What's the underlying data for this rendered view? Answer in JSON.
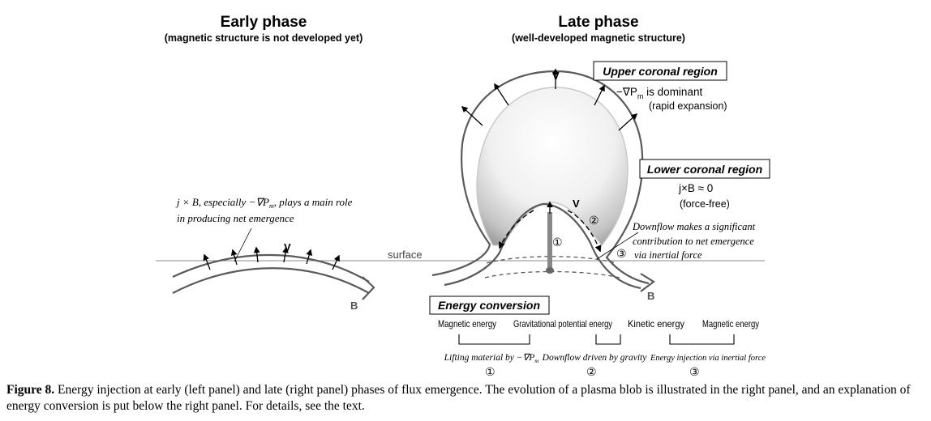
{
  "early": {
    "title": "Early phase",
    "subtitle": "(magnetic structure is not developed yet)",
    "annotation_line1": "j × B, especially −∇P",
    "annotation_sub": "m",
    "annotation_line1_tail": ", plays a main role",
    "annotation_line2": "in producing net emergence",
    "v_label": "V",
    "b_label": "B"
  },
  "surface_label": "surface",
  "late": {
    "title": "Late phase",
    "subtitle": "(well-developed magnetic structure)",
    "v_top_label": "V",
    "v_inner_label": "V",
    "b_label": "B",
    "upper_box": "Upper coronal region",
    "upper_line1_pre": "−∇P",
    "upper_line1_sub": "m",
    "upper_line1_post": " is dominant",
    "upper_line2": "(rapid expansion)",
    "lower_box": "Lower coronal region",
    "lower_line1": "j×B ≈ 0",
    "lower_line2": "(force-free)",
    "downflow_line1": "Downflow makes a significant",
    "downflow_line2": "contribution to net emergence",
    "downflow_line3": "via inertial force",
    "marker1": "①",
    "marker2": "②",
    "marker3": "③"
  },
  "energy": {
    "box": "Energy conversion",
    "labels": [
      "Magnetic energy",
      "Gravitational potential energy",
      "Kinetic energy",
      "Magnetic energy"
    ],
    "steps": [
      {
        "text": "Lifting material by −∇P",
        "sub": "m",
        "marker": "①"
      },
      {
        "text": "Downflow driven by gravity",
        "marker": "②"
      },
      {
        "text": "Energy injection via inertial force",
        "marker": "③"
      }
    ]
  },
  "caption": {
    "label": "Figure 8.",
    "text": " Energy injection at early (left panel) and late (right panel) phases of flux emergence. The evolution of a plasma blob is illustrated in the right panel, and an explanation of energy conversion is put below the right panel. For details, see the text."
  },
  "colors": {
    "tube": "#5a5a5a",
    "fill_dark": "#9a9a9a",
    "fill_light": "#ffffff",
    "text": "#000000"
  }
}
